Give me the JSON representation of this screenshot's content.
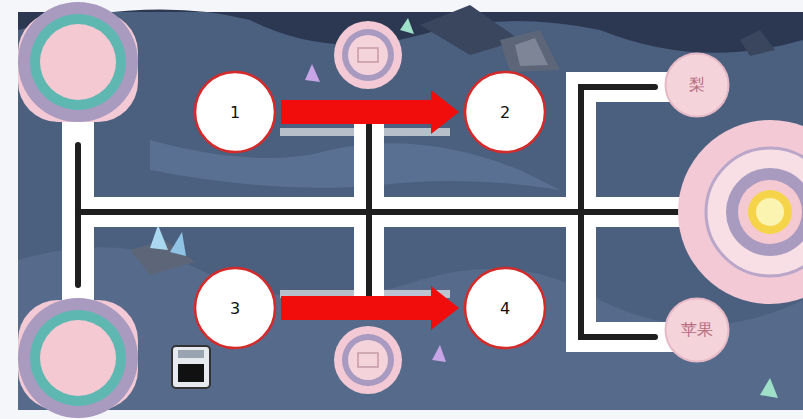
{
  "diagram": {
    "nodes": [
      {
        "text": [
          "1"
        ]
      },
      {
        "text": [
          "2"
        ]
      },
      {
        "text": [
          "梨"
        ]
      },
      {
        "text": [
          "3"
        ]
      },
      {
        "text": [
          "4"
        ]
      },
      {
        "text": [
          "苹果"
        ]
      }
    ],
    "edges": [
      {
        "from": 0,
        "to": 1,
        "arrow": "to"
      },
      {
        "from": 3,
        "to": 4,
        "arrow": "to"
      }
    ]
  }
}
